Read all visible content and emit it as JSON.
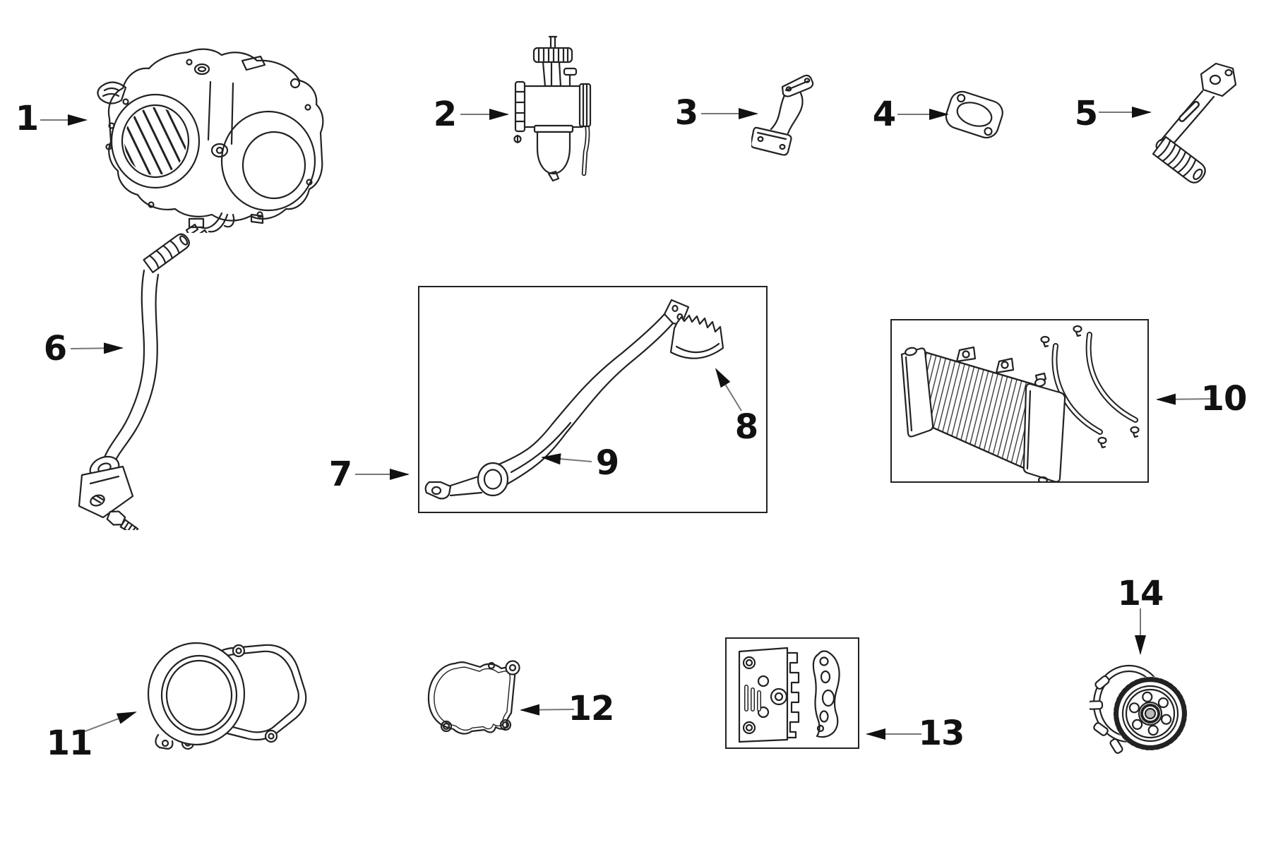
{
  "figure": {
    "type": "exploded-parts-diagram",
    "background": "#ffffff",
    "line_color": "#222222",
    "label_color": "#111111",
    "arrow_line_color": "#777777",
    "arrow_head_color": "#111111",
    "box_border_color": "#222222"
  },
  "parts": [
    {
      "label": "1",
      "icon": "engine-assembly-drawing"
    },
    {
      "label": "2",
      "icon": "carburetor-drawing"
    },
    {
      "label": "3",
      "icon": "intake-manifold-drawing"
    },
    {
      "label": "4",
      "icon": "manifold-gasket-drawing"
    },
    {
      "label": "5",
      "icon": "gear-shift-lever-drawing"
    },
    {
      "label": "6",
      "icon": "kick-start-lever-drawing"
    },
    {
      "label": "7",
      "icon": "brake-pedal-assembly-drawing"
    },
    {
      "label": "8",
      "icon": "brake-pedal-tip-drawing"
    },
    {
      "label": "9",
      "icon": "brake-pedal-arm-drawing"
    },
    {
      "label": "10",
      "icon": "radiator-and-hoses-drawing"
    },
    {
      "label": "11",
      "icon": "stator-cover-drawing"
    },
    {
      "label": "12",
      "icon": "cover-gasket-drawing"
    },
    {
      "label": "13",
      "icon": "cylinder-head-plate-and-bracket-drawing"
    },
    {
      "label": "14",
      "icon": "clutch-basket-drawing"
    }
  ]
}
